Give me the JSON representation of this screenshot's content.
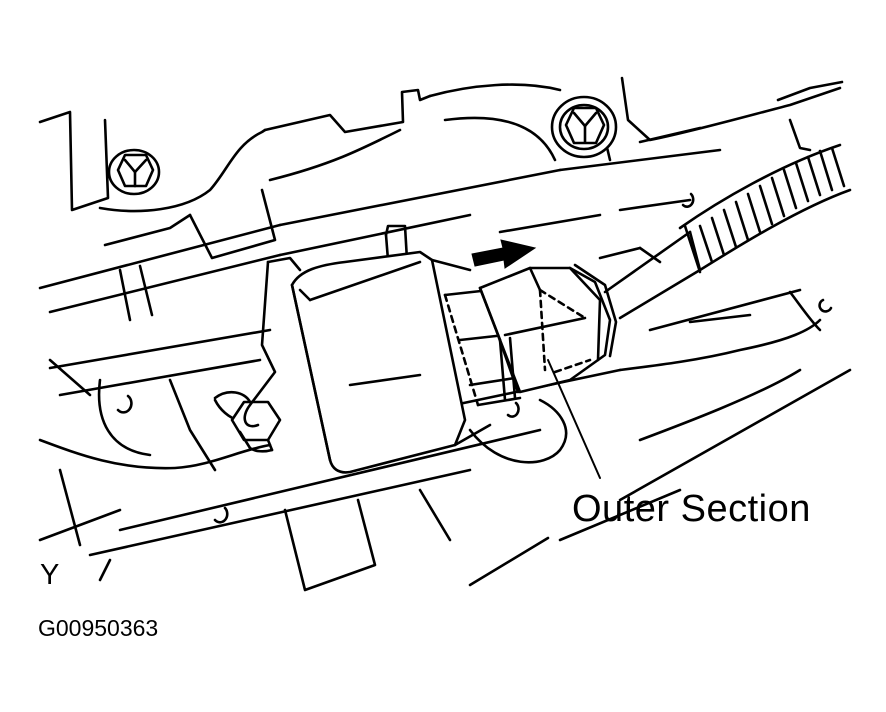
{
  "figure": {
    "callout_label": "Outer Section",
    "corner_letter": "Y",
    "figure_id": "G00950363"
  },
  "colors": {
    "ink": "#000000",
    "paper": "#ffffff"
  },
  "icons": {
    "direction_arrow": "right-arrow-icon",
    "bolts": "hex-bolt-icon"
  }
}
